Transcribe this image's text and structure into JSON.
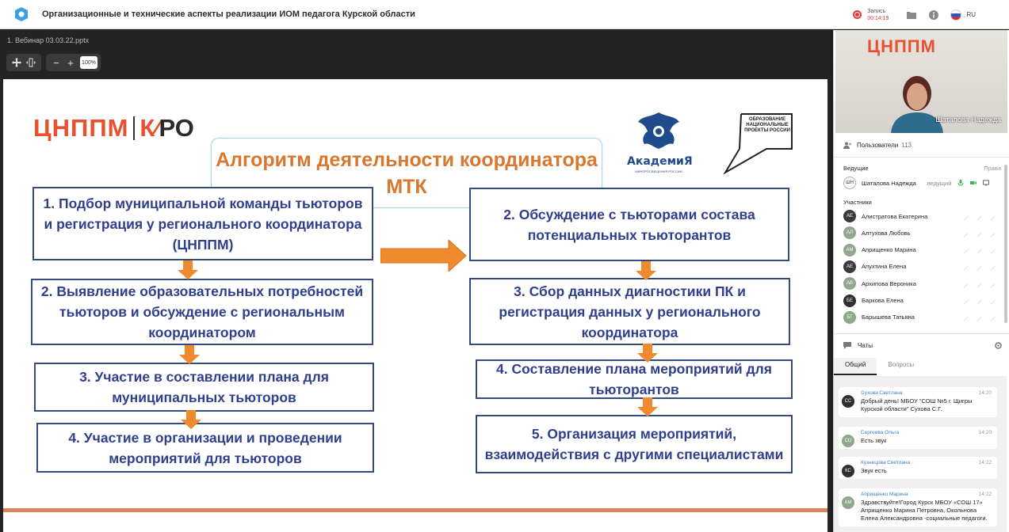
{
  "header": {
    "title": "Организационные и технические аспекты реализации ИОМ педагога Курской области",
    "record_label": "Запись",
    "record_time": "00:14:19",
    "lang": "RU"
  },
  "presentation": {
    "filename": "1. Вебинар 03.03.22.pptx",
    "zoom": "100%"
  },
  "slide": {
    "brand_left": "ЦНППМ",
    "brand_right_a": "К",
    "brand_right_b": "РО",
    "academy_name": "АкадемиЯ",
    "academy_sub": "МИНПРОСВЕЩЕНИЯ РОССИИ",
    "natproj_text": "ОБРАЗОВАНИЕ НАЦИОНАЛЬНЫЕ ПРОЕКТЫ РОССИИ",
    "title": "Алгоритм деятельности координатора МТК",
    "steps_left": [
      "1. Подбор муниципальной команды тьюторов и регистрация у регионального координатора (ЦНППМ)",
      "2. Выявление образовательных потребностей тьюторов и обсуждение с региональным координатором",
      "3. Участие в составлении плана для муниципальных тьюторов",
      "4. Участие в организации и проведении мероприятий для тьюторов"
    ],
    "steps_right": [
      "2. Обсуждение с тьюторами состава потенциальных тьюторантов",
      "3. Сбор данных диагностики ПК и регистрация данных у регионального координатора",
      "4. Составление плана мероприятий для тьюторантов",
      "5. Организация мероприятий, взаимодействия с другими специалистами"
    ]
  },
  "video": {
    "wall_logo": "ЦНППМ",
    "speaker_name": "Шаталова Надежда"
  },
  "users": {
    "heading": "Пользователи",
    "count": "113",
    "hosts_label": "Ведущие",
    "rights_label": "Права",
    "host": {
      "initials": "ШН",
      "name": "Шаталова Надежда",
      "role": "ведущий"
    },
    "participants_label": "Участники",
    "participants": [
      {
        "initials": "АЕ",
        "name": "Алистратова Екатерина",
        "color": "#3a3a3a"
      },
      {
        "initials": "АЛ",
        "name": "Алтухова Любовь",
        "color": "#8fa78a"
      },
      {
        "initials": "АМ",
        "name": "Априщенко Марина",
        "color": "#8fa78a"
      },
      {
        "initials": "АЕ",
        "name": "Апухтина Елена",
        "color": "#3a3a3a"
      },
      {
        "initials": "АВ",
        "name": "Архипова Вероника",
        "color": "#8fa78a"
      },
      {
        "initials": "БЕ",
        "name": "Баркова Елена",
        "color": "#2f2f2f"
      },
      {
        "initials": "БТ",
        "name": "Барышева Татьяна",
        "color": "#8fa78a"
      }
    ]
  },
  "chats": {
    "heading": "Чаты",
    "tabs": [
      "Общий",
      "Вопросы"
    ],
    "messages": [
      {
        "initials": "СС",
        "author": "Сухова Светлана",
        "time": "14:20",
        "text": "Добрый день! МБОУ \"СОШ №5 г. Щигры Курской области\" Сухова С.Г.",
        "color": "#2f2f2f"
      },
      {
        "initials": "СО",
        "author": "Сергеева Ольга",
        "time": "14:20",
        "text": "Есть звук",
        "color": "#8fa78a"
      },
      {
        "initials": "КС",
        "author": "Кузнецова Светлана",
        "time": "14:22",
        "text": "Звук есть",
        "color": "#2f2f2f"
      },
      {
        "initials": "АМ",
        "author": "Априщенко Марина",
        "time": "14:22",
        "text": "Здравствуйте!Город Курск МБОУ «СОШ 17» Априщенко Марина Петровна, Окольнова Елена Александровна -социальные педагоги.",
        "color": "#8fa78a"
      }
    ]
  },
  "colors": {
    "accent_orange": "#e9502e",
    "box_text": "#2f3f8e",
    "title_text": "#d9772e",
    "arrow": "#ef8a2e"
  }
}
